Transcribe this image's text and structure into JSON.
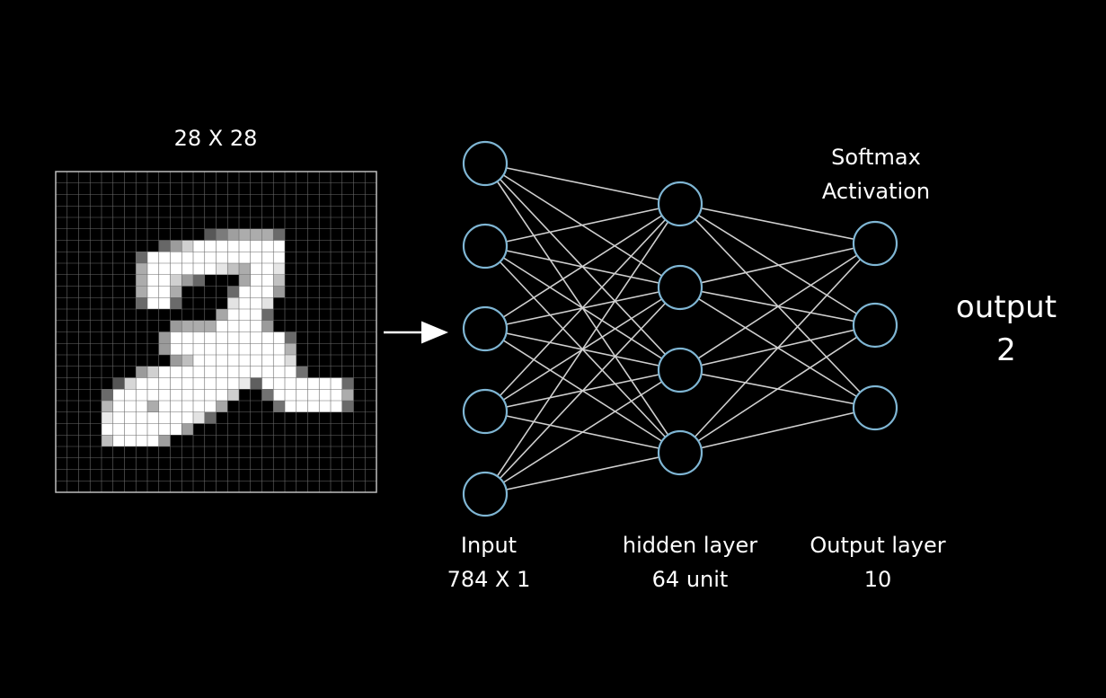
{
  "image": {
    "caption": "28 X 28",
    "grid_size": 28
  },
  "layers": [
    {
      "name": "Input",
      "sub": "784 X 1",
      "nodes": 5
    },
    {
      "name": "hidden layer",
      "sub": "64 unit",
      "nodes": 4
    },
    {
      "name": "Output layer",
      "sub": "10",
      "nodes": 3,
      "activation_line1": "Softmax",
      "activation_line2": "Activation"
    }
  ],
  "output": {
    "line1": "output",
    "line2": "2"
  },
  "colors": {
    "node_stroke": "#7fb6d4",
    "edge": "#cfcfcf",
    "background": "#000000"
  }
}
